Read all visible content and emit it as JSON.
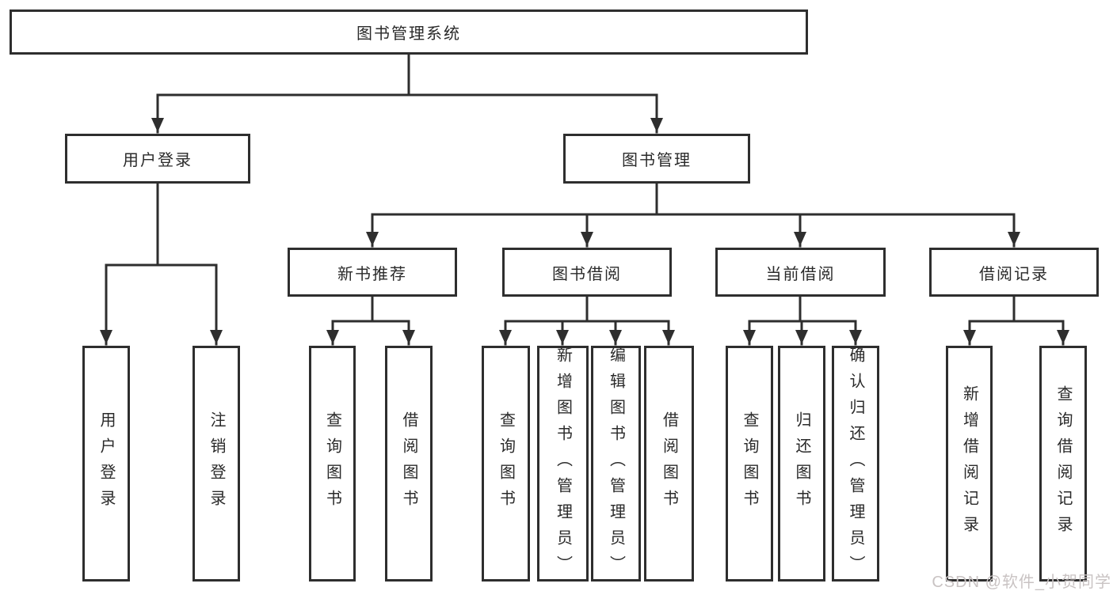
{
  "diagram": {
    "root": {
      "label": "图书管理系统"
    },
    "level2": {
      "user_login": {
        "label": "用户登录",
        "children": {
          "login": "用户登录",
          "logout": "注销登录"
        }
      },
      "book_management": {
        "label": "图书管理"
      }
    },
    "level3": {
      "new_book_recommend": {
        "label": "新书推荐",
        "children": {
          "query_books": "查询图书",
          "borrow_books": "借阅图书"
        }
      },
      "book_borrowing": {
        "label": "图书借阅",
        "children": {
          "query_books": "查询图书",
          "add_books_admin": "新增图书（管理员）",
          "edit_books_admin": "编辑图书（管理员）",
          "borrow_books": "借阅图书"
        }
      },
      "current_borrowing": {
        "label": "当前借阅",
        "children": {
          "query_books": "查询图书",
          "return_books": "归还图书",
          "confirm_return_admin": "确认归还（管理员）"
        }
      },
      "borrowing_records": {
        "label": "借阅记录",
        "children": {
          "add_record": "新增借阅记录",
          "query_record": "查询借阅记录"
        }
      }
    },
    "watermark": "CSDN @软件_小贺同学",
    "colors": {
      "line": "#2e2e2e",
      "text": "#2a2a2a",
      "box_background": "#ffffff",
      "watermark": "#c9c3c3"
    }
  }
}
